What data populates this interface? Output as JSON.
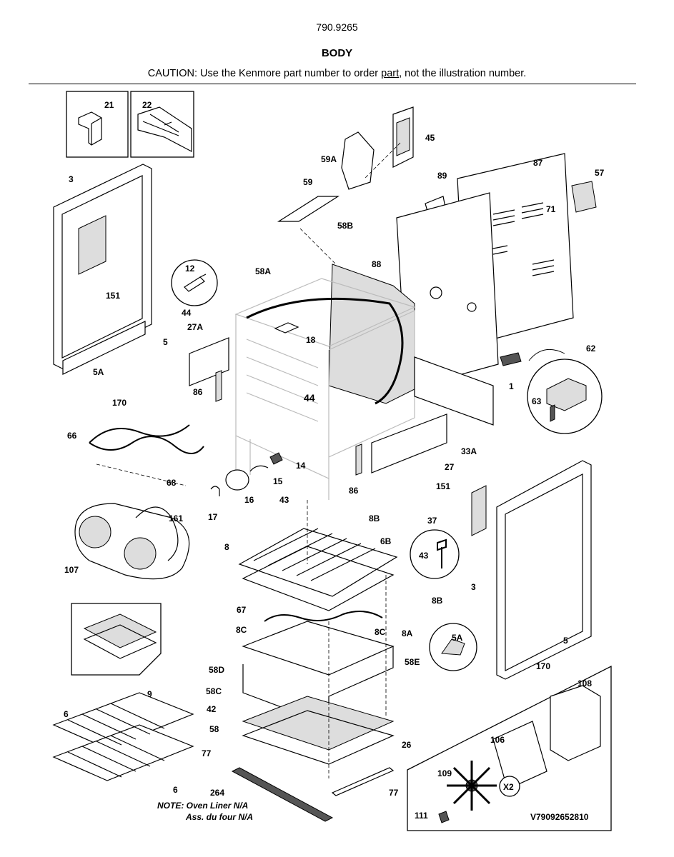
{
  "header": {
    "model_number": "790.9265",
    "section_title": "BODY",
    "caution_before": "CAUTION: Use the Kenmore part number to order ",
    "caution_link": "part",
    "caution_after": ", not the illustration number."
  },
  "callouts": {
    "c21": "21",
    "c22": "22",
    "c45": "45",
    "c59a": "59A",
    "c59": "59",
    "c87": "87",
    "c57": "57",
    "c89": "89",
    "c71": "71",
    "c3_left": "3",
    "c58b": "58B",
    "c88": "88",
    "c12": "12",
    "c58a": "58A",
    "c151_left": "151",
    "c44_a": "44",
    "c27a": "27A",
    "c18": "18",
    "c5_left": "5",
    "c62": "62",
    "c1": "1",
    "c5a_left": "5A",
    "c170_left": "170",
    "c86_left": "86",
    "c44_b": "44",
    "c63": "63",
    "c66": "66",
    "c33a": "33A",
    "c14": "14",
    "c27": "27",
    "c68": "68",
    "c15": "15",
    "c151_right": "151",
    "c86_right": "86",
    "c16": "16",
    "c43_a": "43",
    "c17": "17",
    "c161": "161",
    "c8b_a": "8B",
    "c37": "37",
    "c8": "8",
    "c6b": "6B",
    "c43_b": "43",
    "c107": "107",
    "c3_right": "3",
    "c8b_b": "8B",
    "c67": "67",
    "c8c_a": "8C",
    "c8c_b": "8C",
    "c8a": "8A",
    "c5a_right": "5A",
    "c5_right": "5",
    "c58e": "58E",
    "c58d": "58D",
    "c9": "9",
    "c170_right": "170",
    "c108": "108",
    "c58c": "58C",
    "c6_a": "6",
    "c42": "42",
    "c58": "58",
    "c106": "106",
    "c26": "26",
    "c77_a": "77",
    "c109": "109",
    "c6_b": "6",
    "c264": "264",
    "c77_b": "77",
    "cx2": "X2",
    "c111": "111"
  },
  "footer": {
    "note_line1": "NOTE: Oven Liner N/A",
    "note_line2": "Ass. du four N/A",
    "drawing_code": "V79092652810"
  }
}
